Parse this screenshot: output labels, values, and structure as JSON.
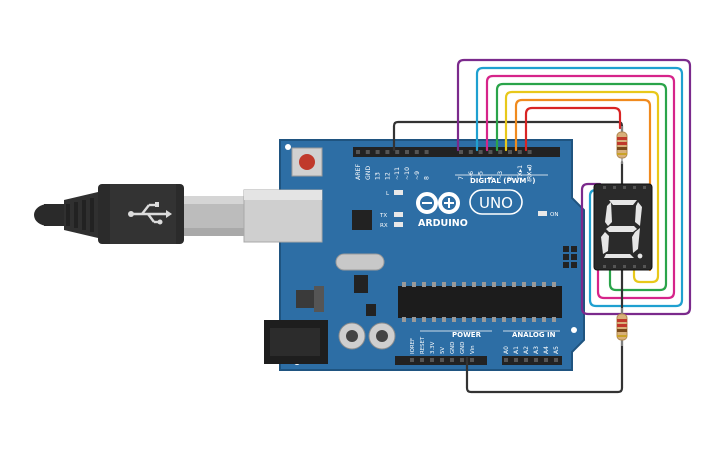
{
  "board": {
    "brand": "ARDUINO",
    "model": "UNO",
    "digital_header_label": "DIGITAL (PWM~)",
    "power_label": "POWER",
    "analog_label": "ANALOG IN",
    "digital_pins": [
      "AREF",
      "GND",
      "13",
      "12",
      "~11",
      "~10",
      "~9",
      "8",
      "7",
      "~6",
      "~5",
      "4",
      "~3",
      "2",
      "TX▸1",
      "RX◂0"
    ],
    "power_pins": [
      "IOREF",
      "RESET",
      "3.3V",
      "5V",
      "GND",
      "GND",
      "Vin"
    ],
    "analog_pins": [
      "A0",
      "A1",
      "A2",
      "A3",
      "A4",
      "A5"
    ],
    "led_l_label": "L",
    "led_tx_label": "TX",
    "led_rx_label": "RX",
    "led_on_label": "ON"
  },
  "display": {
    "digit": "8."
  },
  "colors": {
    "board_blue": "#2d6ea5",
    "board_edge": "#1f5480",
    "wire_purple": "#7b2a8c",
    "wire_cyan": "#1fa0d0",
    "wire_magenta": "#d6248a",
    "wire_green": "#2aa44a",
    "wire_yellow": "#e8c81a",
    "wire_orange": "#f08a1e",
    "wire_red": "#d82424",
    "wire_black": "#333333"
  },
  "icons": {
    "usb_cable": "usb-cable-icon",
    "usb_symbol": "usb-symbol-icon",
    "arduino_logo": "arduino-infinity-icon"
  }
}
